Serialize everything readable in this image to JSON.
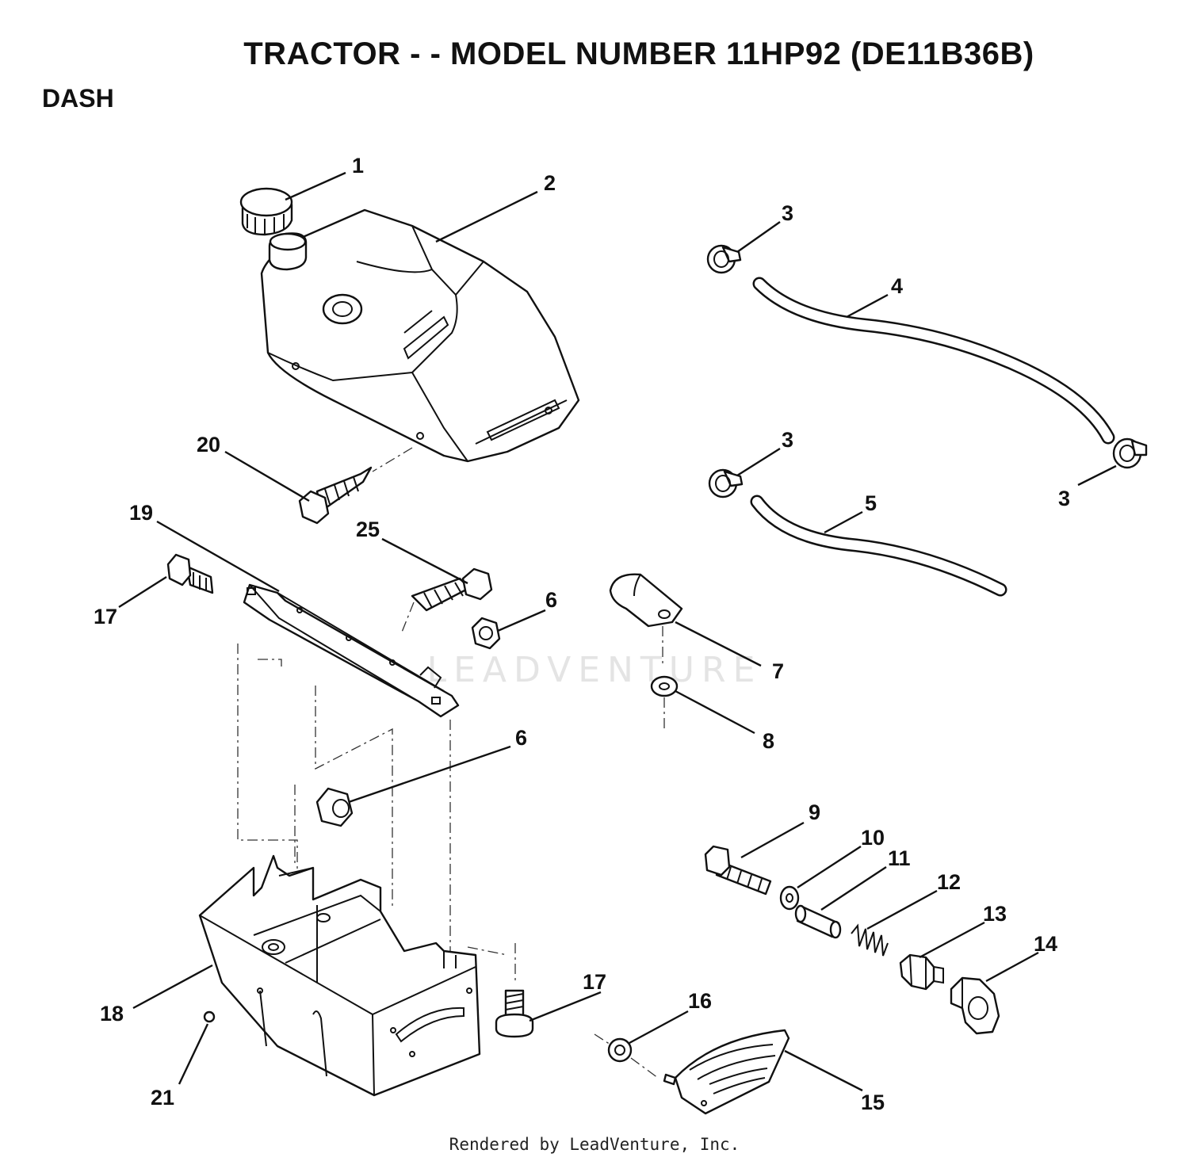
{
  "header": {
    "title": "TRACTOR - - MODEL NUMBER 11HP92 (DE11B36B)",
    "section": "DASH"
  },
  "watermark": "LEADVENTURE",
  "footer": "Rendered by LeadVenture, Inc.",
  "callouts": {
    "c1": "1",
    "c2": "2",
    "c3a": "3",
    "c3b": "3",
    "c3c": "3",
    "c4": "4",
    "c5": "5",
    "c6a": "6",
    "c6b": "6",
    "c7": "7",
    "c8": "8",
    "c9": "9",
    "c10": "10",
    "c11": "11",
    "c12": "12",
    "c13": "13",
    "c14": "14",
    "c15": "15",
    "c16": "16",
    "c17a": "17",
    "c17b": "17",
    "c18": "18",
    "c19": "19",
    "c20": "20",
    "c21": "21",
    "c25": "25"
  }
}
